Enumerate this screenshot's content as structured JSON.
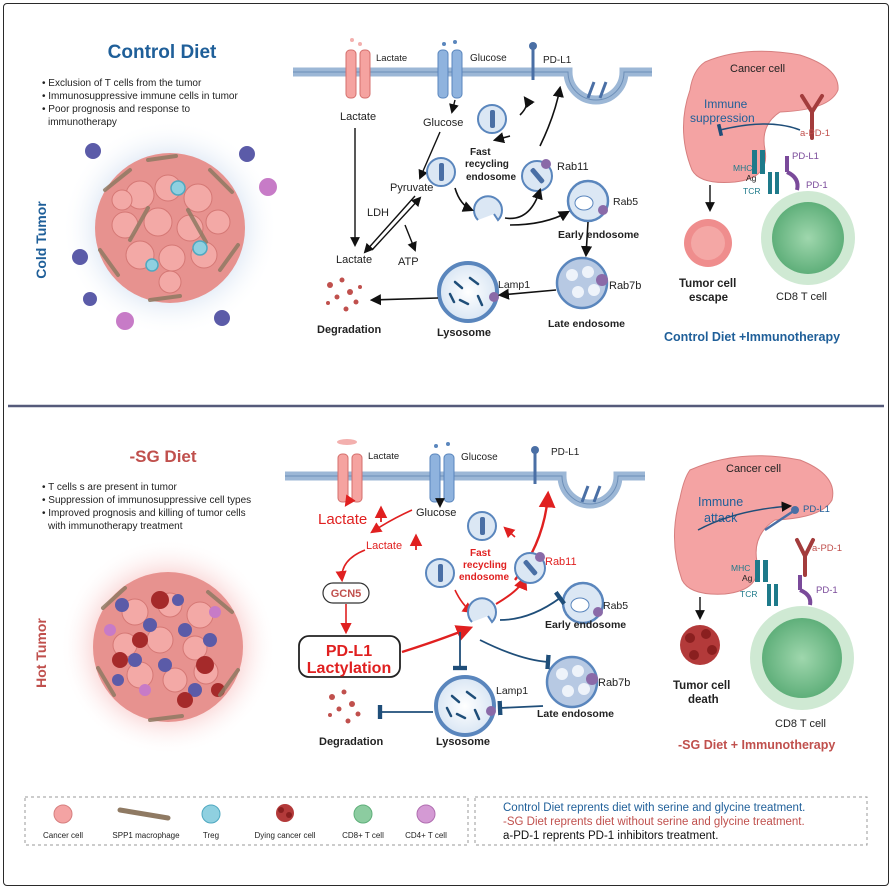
{
  "top": {
    "title": "Control Diet",
    "bullets": [
      "Exclusion of  T cells from the tumor",
      "Immunosuppressive immune cells in tumor",
      "Poor prognosis and response to",
      "immunotherapy"
    ],
    "side_label": "Cold Tumor",
    "membrane": {
      "lactate": "Lactate",
      "glucose": "Glucose",
      "pdl1": "PD-L1"
    },
    "pathway": {
      "lactate_in": "Lactate",
      "glucose": "Glucose",
      "pyruvate": "Pyruvate",
      "ldh": "LDH",
      "lactate_out": "Lactate",
      "atp": "ATP",
      "degradation": "Degradation",
      "lysosome": "Lysosome",
      "lamp1": "Lamp1",
      "fast1": "Fast",
      "fast2": "recycling",
      "fast3": "endosome",
      "rab11": "Rab11",
      "rab5": "Rab5",
      "early": "Early endosome",
      "rab7b": "Rab7b",
      "late": "Late endosome"
    },
    "immune": {
      "cancer_cell": "Cancer cell",
      "state1": "Immune",
      "state2": "suppression",
      "apd1": "a-PD-1",
      "pdl1": "PD-L1",
      "mhc": "MHC",
      "ag": "Ag",
      "tcr": "TCR",
      "pd1": "PD-1",
      "fate1": "Tumor cell",
      "fate2": "escape",
      "cd8": "CD8 T cell",
      "caption": "Control Diet +Immunotherapy"
    }
  },
  "bottom": {
    "title": "-SG Diet",
    "bullets": [
      "T cells s are present in tumor",
      "Suppression of immunosuppressive cell types",
      "Improved prognosis and killing of tumor cells",
      "with immunotherapy treatment"
    ],
    "side_label": "Hot Tumor",
    "membrane": {
      "lactate": "Lactate",
      "glucose": "Glucose",
      "pdl1": "PD-L1"
    },
    "pathway": {
      "lactate_big": "Lactate",
      "glucose": "Glucose",
      "lactate_small": "Lactate",
      "gcn5": "GCN5",
      "lact1": "PD-L1",
      "lact2": "Lactylation",
      "degradation": "Degradation",
      "lysosome": "Lysosome",
      "lamp1": "Lamp1",
      "fast1": "Fast",
      "fast2": "recycling",
      "fast3": "endosome",
      "rab11": "Rab11",
      "rab5": "Rab5",
      "early": "Early endosome",
      "rab7b": "Rab7b",
      "late": "Late endosome"
    },
    "immune": {
      "cancer_cell": "Cancer cell",
      "state1": "Immune",
      "state2": "attack",
      "apd1": "a-PD-1",
      "pdl1": "PD-L1",
      "mhc": "MHC",
      "ag": "Ag",
      "tcr": "TCR",
      "pd1": "PD-1",
      "fate1": "Tumor cell",
      "fate2": "death",
      "cd8": "CD8 T cell",
      "caption": "-SG Diet + Immunotherapy"
    }
  },
  "legend": {
    "items": [
      "Cancer cell",
      "SPP1 macrophage",
      "Treg",
      "Dying cancer cell",
      "CD8+ T cell",
      "CD4+ T cell"
    ],
    "notes": [
      "Control Diet reprents diet with serine and glycine treatment.",
      "-SG Diet reprents diet without serine and glycine treatment.",
      "a-PD-1 reprents PD-1 inhibitors treatment."
    ]
  },
  "colors": {
    "control_blue": "#1f5f99",
    "sg_red": "#c0504d",
    "arrow_red": "#e02020",
    "inhibit_blue": "#1f4e79",
    "membrane": "#9cb7d6",
    "cancer_pink": "#f4a3a3",
    "tcell_green": "#8ccca0"
  }
}
